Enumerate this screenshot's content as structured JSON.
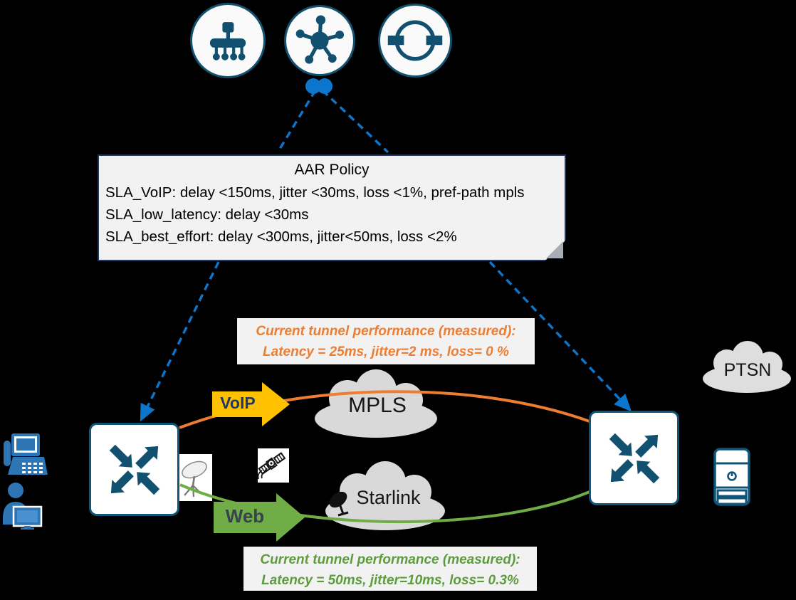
{
  "diagram": {
    "background": "#000000",
    "controller_icons": [
      "management-controller-icon",
      "hub-spoke-controller-icon",
      "ring-controller-icon"
    ],
    "policy": {
      "title": "AAR Policy",
      "rules": [
        "SLA_VoIP: delay <150ms, jitter <30ms, loss <1%, pref-path mpls",
        "SLA_low_latency: delay <30ms",
        "SLA_best_effort: delay <300ms, jitter<50ms, loss <2%"
      ]
    },
    "mpls_path": {
      "traffic_label": "VoIP",
      "cloud_label": "MPLS",
      "perf_title": "Current tunnel performance (measured):",
      "perf_values": "Latency = 25ms, jitter=2 ms, loss= 0 %",
      "line_color": "#ED7D31",
      "arrow_color": "#FFC000",
      "text_color": "#ED7D31"
    },
    "internet_path": {
      "traffic_label": "Web",
      "cloud_label": "Starlink",
      "perf_title": "Current tunnel performance (measured):",
      "perf_values": "Latency = 50ms, jitter=10ms, loss= 0.3%",
      "line_color": "#70AD47",
      "arrow_color": "#70AD47",
      "text_color": "#70AD47"
    },
    "pstn": {
      "cloud_label": "PTSN"
    },
    "edge_icons": [
      "ip-phone-icon",
      "user-workstation-icon",
      "router-icon",
      "starlink-dish-icon",
      "satellite-icon",
      "server-icon",
      "cloud-icon"
    ],
    "colors": {
      "router_border": "#0f5579",
      "icon_teal": "#11506e",
      "dashed_blue": "#0b76cc",
      "cloud_gray": "#d9d9d9",
      "box_gray": "#f2f2f2",
      "policy_border": "#1f3864",
      "device_blue": "#2e75b6"
    }
  }
}
